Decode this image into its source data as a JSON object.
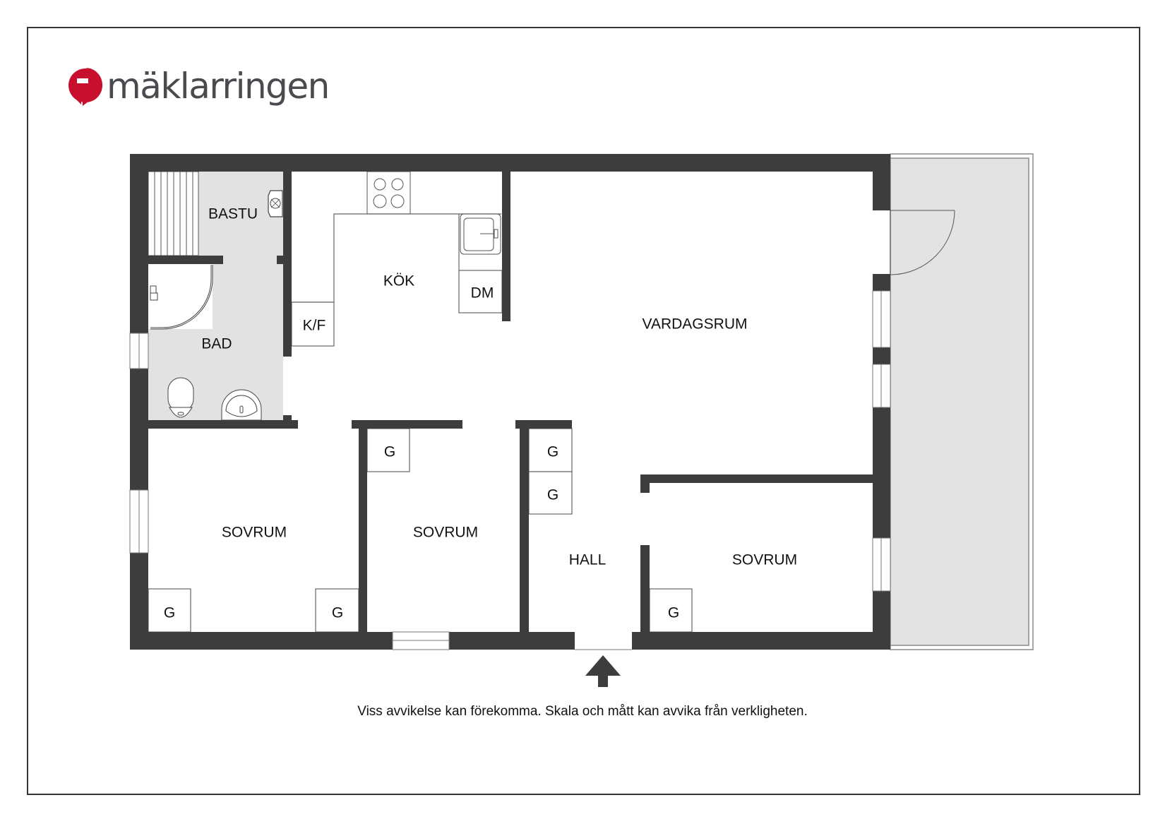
{
  "brand": {
    "name": "mäklarringen",
    "accent_color": "#c8102e",
    "text_color": "#4a4a4f"
  },
  "floor_plan": {
    "wall_color": "#3d3d3d",
    "wet_room_color": "#e2e2e2",
    "balcony_color": "#e3e3e3",
    "rooms": {
      "bastu": "BASTU",
      "bad": "BAD",
      "kok": "KÖK",
      "kf": "K/F",
      "dm": "DM",
      "vardagsrum": "VARDAGSRUM",
      "sovrum_1": "SOVRUM",
      "sovrum_2": "SOVRUM",
      "sovrum_3": "SOVRUM",
      "hall": "HALL"
    },
    "closets": {
      "sovrum_1_left": "G",
      "sovrum_1_right": "G",
      "sovrum_2": "G",
      "hall_top": "G",
      "hall_bottom": "G",
      "sovrum_3": "G"
    },
    "icons": {
      "entrance": "up-arrow-icon",
      "stove": "stove-icon",
      "sink": "sink-icon",
      "toilet": "toilet-icon",
      "washbasin": "washbasin-icon",
      "shower": "shower-icon",
      "sauna_heater": "sauna-heater-icon",
      "sauna_bench": "sauna-bench-icon",
      "balcony_door": "door-swing-icon"
    }
  },
  "footer": {
    "disclaimer": "Viss avvikelse kan förekomma. Skala och mått kan avvika från verkligheten."
  }
}
